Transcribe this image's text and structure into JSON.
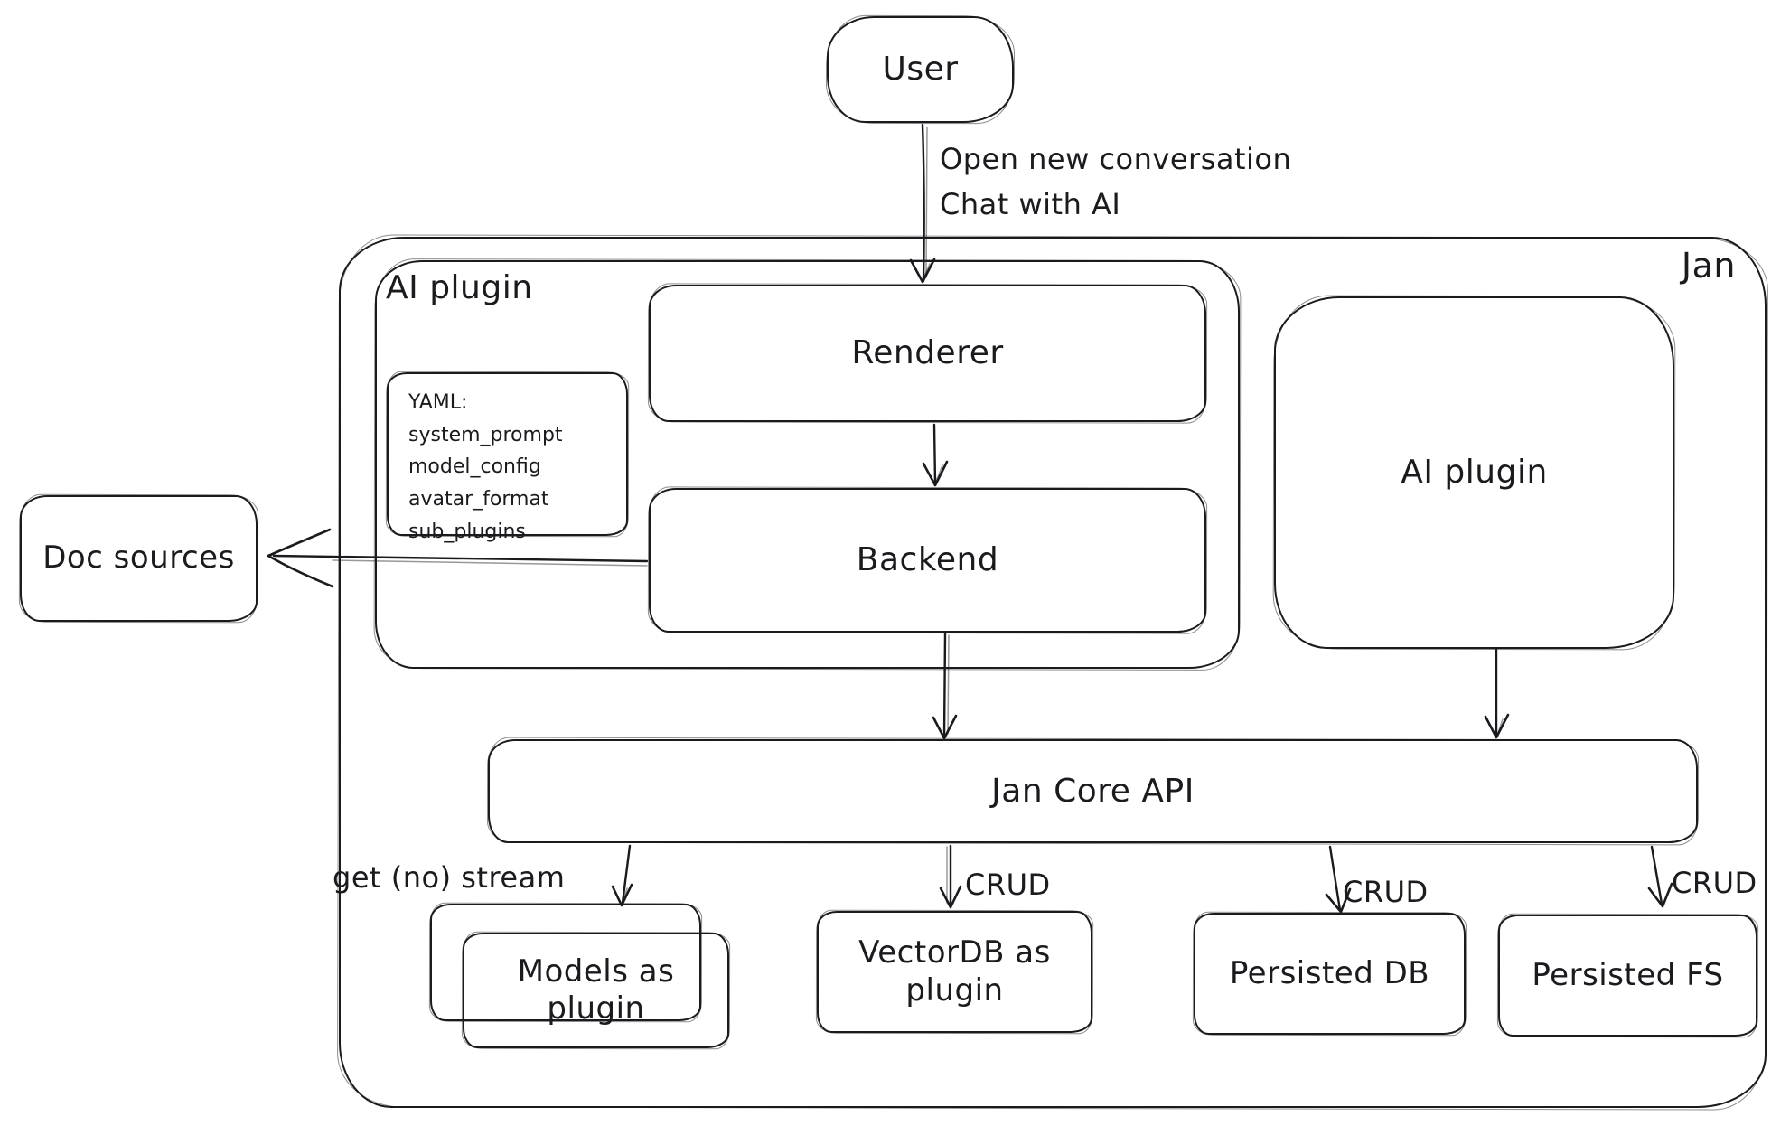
{
  "diagram": {
    "nodes": {
      "user": {
        "label": "User"
      },
      "jan": {
        "label": "Jan"
      },
      "ai_plugin_group": {
        "label": "AI plugin"
      },
      "renderer": {
        "label": "Renderer"
      },
      "backend": {
        "label": "Backend"
      },
      "yaml_note": {
        "lines": [
          "YAML:",
          "system_prompt",
          "model_config",
          "avatar_format",
          "sub_plugins"
        ]
      },
      "doc_sources": {
        "label": "Doc sources"
      },
      "ai_plugin_box": {
        "label": "AI plugin"
      },
      "jan_core_api": {
        "label": "Jan Core API"
      },
      "models_plugin": {
        "label": "Models as plugin"
      },
      "vectordb_plugin": {
        "label": "VectorDB as plugin"
      },
      "persisted_db": {
        "label": "Persisted DB"
      },
      "persisted_fs": {
        "label": "Persisted FS"
      }
    },
    "edge_labels": {
      "user_to_renderer": {
        "line1": "Open new conversation",
        "line2": "Chat with AI"
      },
      "core_to_models": "get (no) stream",
      "core_to_vectordb": "CRUD",
      "core_to_persisted_db": "CRUD",
      "core_to_persisted_fs": "CRUD"
    },
    "colors": {
      "stroke": "#1b1b1f",
      "background": "#ffffff"
    }
  }
}
